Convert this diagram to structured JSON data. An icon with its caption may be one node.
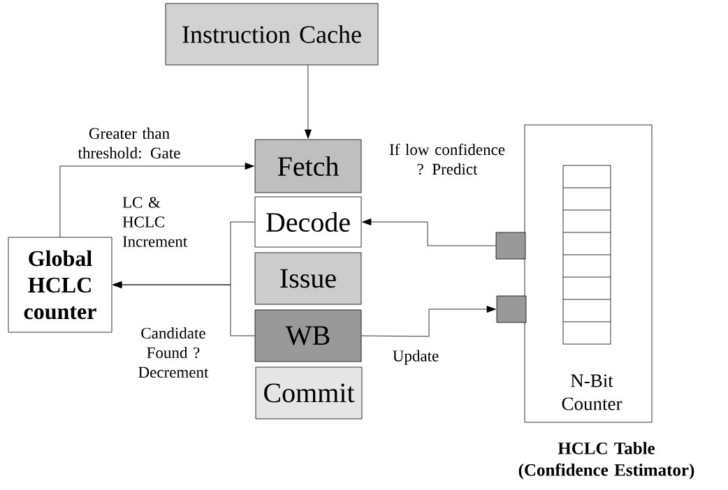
{
  "diagram": {
    "nodes": [
      {
        "text": [
          "Instruction Cache"
        ]
      },
      {
        "text": [
          "Fetch"
        ]
      },
      {
        "text": [
          "Decode"
        ]
      },
      {
        "text": [
          "Issue"
        ]
      },
      {
        "text": [
          "WB"
        ]
      },
      {
        "text": [
          "Commit"
        ]
      },
      {
        "text": [
          "Global HCLC counter"
        ]
      },
      {
        "text": [
          "N-Bit Counter",
          "HCLC Table (Confidence Estimator)"
        ]
      },
      {
        "text": [],
        "shape": "box"
      },
      {
        "text": [],
        "shape": "box"
      }
    ],
    "edges": [
      {
        "from": 0,
        "to": 1,
        "arrow": "to"
      },
      {
        "from": 6,
        "to": 1,
        "arrow": "to",
        "label": "Greater than threshold: Gate"
      },
      {
        "from": 2,
        "to": 6,
        "arrow": "to",
        "label": "LC & HCLC Increment"
      },
      {
        "from": 4,
        "to": 6,
        "arrow": "to",
        "label": "Candidate Found ? Decrement"
      },
      {
        "from": 8,
        "to": 2,
        "arrow": "to",
        "label": "If low confidence ? Predict"
      },
      {
        "from": 4,
        "to": 9,
        "arrow": "to",
        "label": "Update"
      }
    ]
  }
}
